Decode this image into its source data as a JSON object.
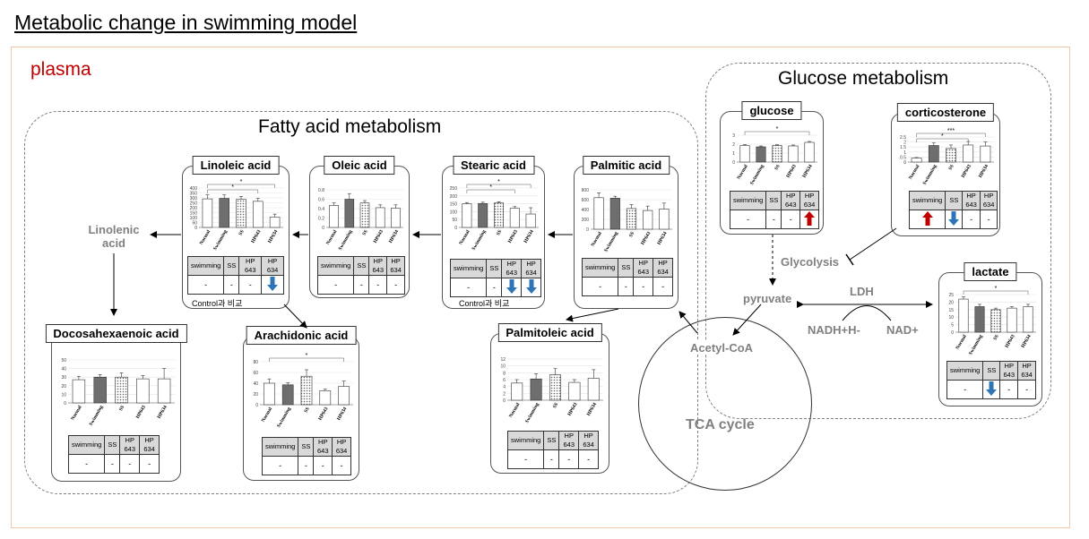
{
  "page_title": "Metabolic change in swimming model",
  "plasma_label": "plasma",
  "fatty_title": "Fatty acid metabolism",
  "glucose_title": "Glucose metabolism",
  "labels": {
    "linolenic": "Linolenic acid",
    "glycolysis": "Glycolysis",
    "pyruvate": "pyruvate",
    "ldh": "LDH",
    "nadh": "NADH+H-",
    "nad": "NAD+",
    "acetyl": "Acetyl-CoA",
    "tca": "TCA cycle"
  },
  "panels": {
    "linoleic": {
      "title": "Linoleic acid",
      "note": "Control과 비교",
      "table": {
        "headers": [
          "swimming",
          "SS",
          "HP 643",
          "HP 634"
        ],
        "values": [
          "-",
          "-",
          "-",
          "down"
        ]
      },
      "chart_data": {
        "type": "bar",
        "categories": [
          "Normal",
          "Swimming",
          "SS",
          "HP643",
          "HP634"
        ],
        "values": [
          290,
          295,
          285,
          265,
          105
        ],
        "errors": [
          40,
          35,
          30,
          30,
          30
        ],
        "ylim": [
          0,
          400
        ],
        "yticks": [
          0,
          50,
          100,
          150,
          200,
          250,
          300,
          350,
          400
        ],
        "sig": [
          "*",
          "*"
        ]
      }
    },
    "oleic": {
      "title": "Oleic acid",
      "table": {
        "headers": [
          "swimming",
          "SS",
          "HP 643",
          "HP 634"
        ],
        "values": [
          "-",
          "-",
          "-",
          "-"
        ]
      },
      "chart_data": {
        "type": "bar",
        "categories": [
          "Normal",
          "Swimming",
          "SS",
          "HP643",
          "HP634"
        ],
        "values": [
          0.47,
          0.6,
          0.52,
          0.42,
          0.41
        ],
        "errors": [
          0.05,
          0.12,
          0.05,
          0.06,
          0.07
        ],
        "ylim": [
          0,
          0.8
        ],
        "yticks": [
          0,
          0.2,
          0.4,
          0.6,
          0.8
        ],
        "sig": []
      }
    },
    "stearic": {
      "title": "Stearic acid",
      "note": "Control과 비교",
      "table": {
        "headers": [
          "swimming",
          "SS",
          "HP 643",
          "HP 634"
        ],
        "values": [
          "-",
          "-",
          "down",
          "down"
        ]
      },
      "chart_data": {
        "type": "bar",
        "categories": [
          "Normal",
          "Swimming",
          "SS",
          "HP643",
          "HP634"
        ],
        "values": [
          150,
          152,
          155,
          122,
          85
        ],
        "errors": [
          8,
          8,
          8,
          10,
          40
        ],
        "ylim": [
          0,
          250
        ],
        "yticks": [
          0,
          50,
          100,
          150,
          200,
          250
        ],
        "sig": [
          "*",
          "*"
        ]
      }
    },
    "palmitic": {
      "title": "Palmitic acid",
      "table": {
        "headers": [
          "swimming",
          "SS",
          "HP 643",
          "HP 634"
        ],
        "values": [
          "-",
          "-",
          "-",
          "-"
        ]
      },
      "chart_data": {
        "type": "bar",
        "categories": [
          "Normal",
          "Swimming",
          "SS",
          "HP643",
          "HP634"
        ],
        "values": [
          640,
          630,
          420,
          380,
          410
        ],
        "errors": [
          100,
          40,
          80,
          90,
          120
        ],
        "ylim": [
          0,
          800
        ],
        "yticks": [
          0,
          200,
          400,
          600,
          800
        ],
        "sig": []
      }
    },
    "dha": {
      "title": "Docosahexaenoic acid",
      "table": {
        "headers": [
          "swimming",
          "SS",
          "HP 643",
          "HP 634"
        ],
        "values": [
          "-",
          "-",
          "-",
          "-"
        ]
      },
      "chart_data": {
        "type": "bar",
        "categories": [
          "Normal",
          "Swimming",
          "SS",
          "HP643",
          "HP634"
        ],
        "values": [
          27,
          30,
          30,
          28,
          28
        ],
        "errors": [
          4,
          3,
          5,
          4,
          12
        ],
        "ylim": [
          0,
          50
        ],
        "yticks": [
          0,
          10,
          20,
          30,
          40,
          50
        ],
        "sig": []
      }
    },
    "arachidonic": {
      "title": "Arachidonic acid",
      "table": {
        "headers": [
          "swimming",
          "SS",
          "HP 643",
          "HP 634"
        ],
        "values": [
          "-",
          "-",
          "-",
          "-"
        ]
      },
      "chart_data": {
        "type": "bar",
        "categories": [
          "Normal",
          "Swimming",
          "SS",
          "HP643",
          "HP634"
        ],
        "values": [
          40,
          37,
          53,
          26,
          34
        ],
        "errors": [
          8,
          4,
          12,
          3,
          10
        ],
        "ylim": [
          0,
          80
        ],
        "yticks": [
          0,
          20,
          40,
          60,
          80
        ],
        "sig": [
          "*"
        ]
      }
    },
    "palmitoleic": {
      "title": "Palmitoleic acid",
      "table": {
        "headers": [
          "swimming",
          "SS",
          "HP 643",
          "HP 634"
        ],
        "values": [
          "-",
          "-",
          "-",
          "-"
        ]
      },
      "chart_data": {
        "type": "bar",
        "categories": [
          "Normal",
          "Swimming",
          "SS",
          "HP643",
          "HP634"
        ],
        "values": [
          5,
          6.2,
          7.4,
          5.2,
          6.4
        ],
        "errors": [
          1,
          1.5,
          1.8,
          0.8,
          2.5
        ],
        "ylim": [
          0,
          12
        ],
        "yticks": [
          0,
          2,
          4,
          6,
          8,
          10,
          12
        ],
        "sig": []
      }
    },
    "glucose": {
      "title": "glucose",
      "table": {
        "headers": [
          "swimming",
          "SS",
          "HP 643",
          "HP 634"
        ],
        "values": [
          "-",
          "-",
          "-",
          "up"
        ]
      },
      "chart_data": {
        "type": "bar",
        "categories": [
          "Normal",
          "Swimming",
          "SS",
          "HP643",
          "HP634"
        ],
        "values": [
          1.85,
          1.7,
          1.85,
          1.8,
          2.2
        ],
        "errors": [
          0.1,
          0.1,
          0.1,
          0.1,
          0.1
        ],
        "ylim": [
          0,
          3
        ],
        "yticks": [
          0,
          1,
          2,
          3
        ],
        "sig": [
          "*"
        ]
      }
    },
    "corticosterone": {
      "title": "corticosterone",
      "table": {
        "headers": [
          "swimming",
          "SS",
          "HP 643",
          "HP 634"
        ],
        "values": [
          "up",
          "down",
          "-",
          "-"
        ]
      },
      "chart_data": {
        "type": "bar",
        "categories": [
          "Normal",
          "Swimming",
          "SS",
          "HP643",
          "HP634"
        ],
        "values": [
          0.4,
          1.65,
          1.35,
          1.7,
          1.6
        ],
        "errors": [
          0.05,
          0.25,
          0.35,
          0.35,
          0.4
        ],
        "ylim": [
          0,
          2.5
        ],
        "yticks": [
          0,
          0.5,
          1.0,
          1.5,
          2.0,
          2.5
        ],
        "sig": [
          "***",
          "*"
        ]
      }
    },
    "lactate": {
      "title": "lactate",
      "table": {
        "headers": [
          "swimming",
          "SS",
          "HP 643",
          "HP 634"
        ],
        "values": [
          "-",
          "down",
          "-",
          "-"
        ]
      },
      "chart_data": {
        "type": "bar",
        "categories": [
          "Normal",
          "Swimming",
          "SS",
          "HP643",
          "HP634"
        ],
        "values": [
          22,
          17,
          15,
          16,
          17
        ],
        "errors": [
          1.5,
          1.5,
          1,
          1,
          1.5
        ],
        "ylim": [
          0,
          25
        ],
        "yticks": [
          0,
          5,
          10,
          15,
          20,
          25
        ],
        "sig": [
          "*"
        ]
      }
    }
  },
  "colors": {
    "up": "#c00000",
    "down": "#2e75b6",
    "title_red": "#c00000",
    "gray": "#808080"
  }
}
